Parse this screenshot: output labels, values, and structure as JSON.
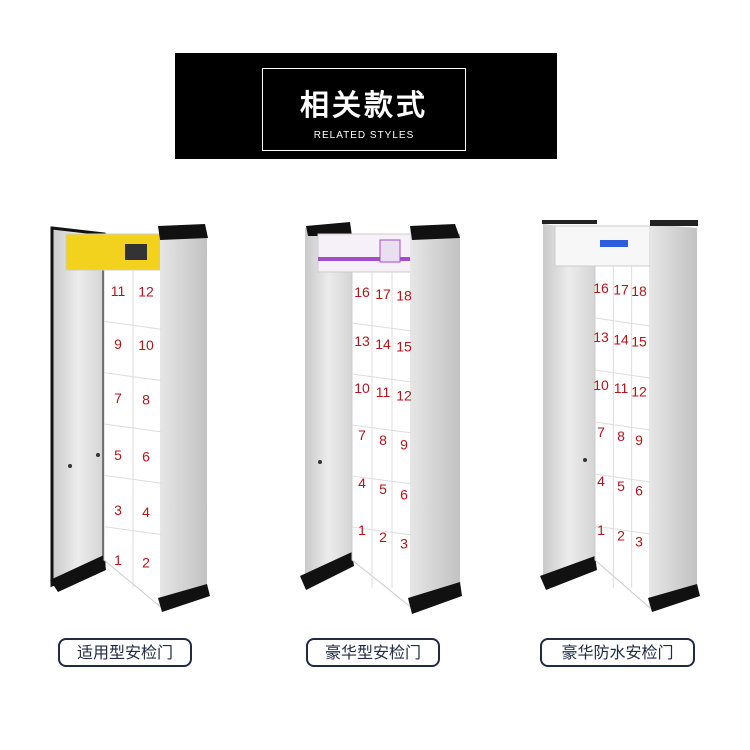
{
  "header": {
    "title": "相关款式",
    "subtitle": "RELATED STYLES"
  },
  "colors": {
    "number": "#b3151b",
    "label_border": "#1f2a44",
    "gate1_panel": "#f2d21c",
    "gate2_accent": "#a64cc6",
    "gate3_display": "#2b5fd9"
  },
  "products": [
    {
      "label": "适用型安检门",
      "zones": [
        [
          "11",
          "12"
        ],
        [
          "9",
          "10"
        ],
        [
          "7",
          "8"
        ],
        [
          "5",
          "6"
        ],
        [
          "3",
          "4"
        ],
        [
          "1",
          "2"
        ]
      ]
    },
    {
      "label": "豪华型安检门",
      "zones": [
        [
          "16",
          "17",
          "18"
        ],
        [
          "13",
          "14",
          "15"
        ],
        [
          "10",
          "11",
          "12"
        ],
        [
          "7",
          "8",
          "9"
        ],
        [
          "4",
          "5",
          "6"
        ],
        [
          "1",
          "2",
          "3"
        ]
      ]
    },
    {
      "label": "豪华防水安检门",
      "zones": [
        [
          "16",
          "17",
          "18"
        ],
        [
          "13",
          "14",
          "15"
        ],
        [
          "10",
          "11",
          "12"
        ],
        [
          "7",
          "8",
          "9"
        ],
        [
          "4",
          "5",
          "6"
        ],
        [
          "1",
          "2",
          "3"
        ]
      ]
    }
  ]
}
